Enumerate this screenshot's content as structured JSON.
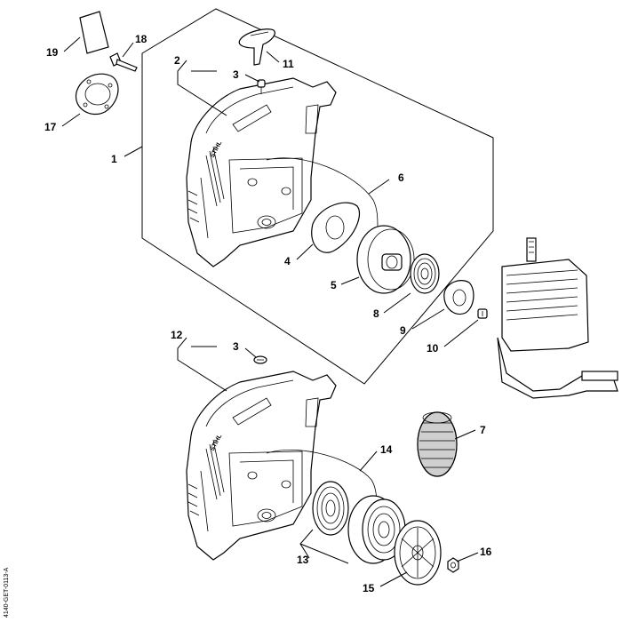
{
  "diagram_code": "4140-GET-0113-A",
  "callouts": {
    "c1": "1",
    "c2": "2",
    "c3a": "3",
    "c3b": "3",
    "c4": "4",
    "c5": "5",
    "c6": "6",
    "c7": "7",
    "c8": "8",
    "c9": "9",
    "c10": "10",
    "c11": "11",
    "c12": "12",
    "c13": "13",
    "c14": "14",
    "c15": "15",
    "c16": "16",
    "c17": "17",
    "c18": "18",
    "c19": "19"
  },
  "housing_lettering": "STIHL",
  "colors": {
    "line": "#000000",
    "background": "#ffffff",
    "part_fill": "#ffffff",
    "shade": "#cfcfcf"
  }
}
